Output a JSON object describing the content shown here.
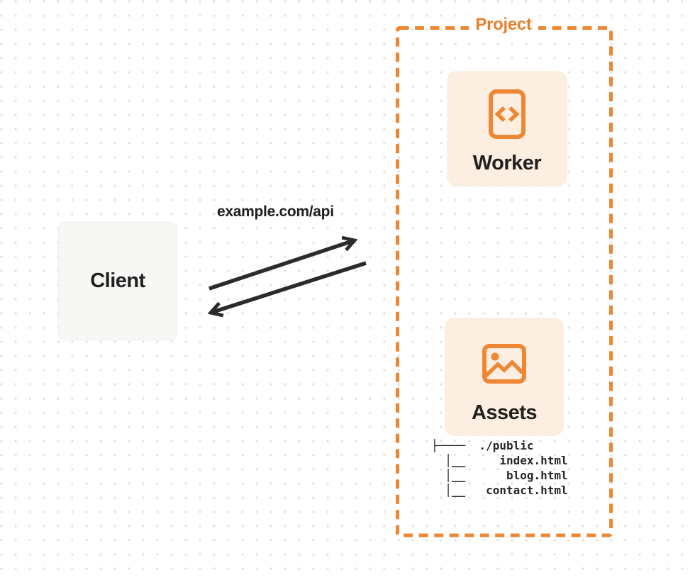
{
  "colors": {
    "bg": "#ffffff",
    "dot": "#e4e4e2",
    "orange": "#ed8733",
    "orange_text": "#e8802c",
    "card_bg": "#fcefe2",
    "client_bg": "#f7f7f6",
    "client_border": "#ededeb",
    "ink": "#21201e",
    "arrow": "#2b2b29",
    "tree_ink": "#262624"
  },
  "client": {
    "label": "Client"
  },
  "request": {
    "label": "example.com/api"
  },
  "project": {
    "label": "Project",
    "worker": {
      "label": "Worker",
      "icon": "code-file-icon"
    },
    "assets": {
      "label": "Assets",
      "icon": "image-icon",
      "tree": [
        "├────  ./public",
        "  │__     index.html",
        "  │__      blog.html",
        "  │__   contact.html"
      ]
    }
  }
}
